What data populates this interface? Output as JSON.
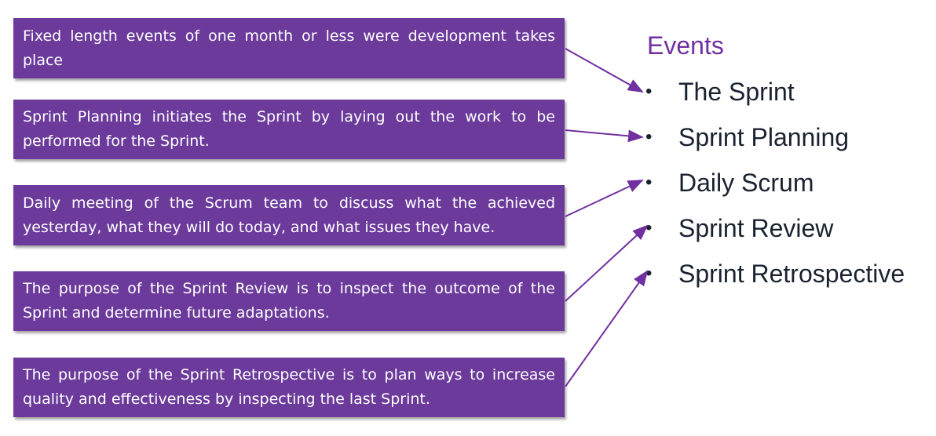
{
  "descriptions": [
    "Fixed length events of one month or less were development takes place",
    "Sprint Planning initiates the Sprint by laying out the work to be performed for the Sprint.",
    "Daily meeting of the Scrum team to discuss what the achieved yesterday, what they will do today, and what issues they have.",
    "The purpose of the Sprint Review is to inspect the outcome of the Sprint and determine future adaptations.",
    "The purpose of the Sprint Retrospective is to plan ways to increase quality and effectiveness by inspecting the last Sprint."
  ],
  "events": {
    "title": "Events",
    "bullet": "•",
    "items": [
      "The Sprint",
      "Sprint Planning",
      "Daily Scrum",
      "Sprint Review",
      "Sprint Retrospective"
    ]
  },
  "colors": {
    "box_fill": "#6b3a9b",
    "title": "#7030a0",
    "arrow": "#7030a0",
    "item_text": "#1a2230"
  }
}
